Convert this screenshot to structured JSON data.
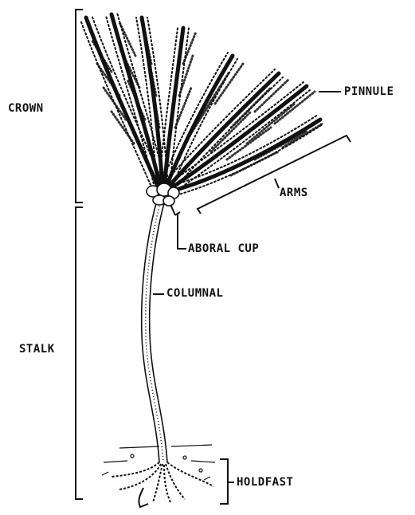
{
  "labels": {
    "crown": "CROWN",
    "stalk": "STALK",
    "pinnule": "PINNULE",
    "arms": "ARMS",
    "aboral_cup": "ABORAL CUP",
    "columnal": "COLUMNAL",
    "holdfast": "HOLDFAST"
  },
  "colors": {
    "ink": "#111111",
    "background": "#ffffff"
  }
}
